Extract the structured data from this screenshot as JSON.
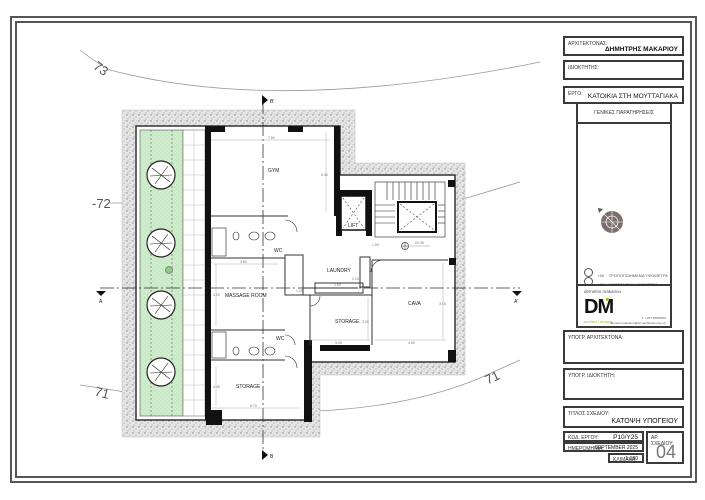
{
  "title_block": {
    "architect": {
      "label": "ΑΡΧΙΤΕΚΤΟΝΑΣ:",
      "value": "ΔΗΜΗΤΡΗΣ ΜΑΚΑΡΙΟΥ"
    },
    "owner": {
      "label": "ΙΔΙΟΚΤΗΤΗΣ:",
      "value": ""
    },
    "project": {
      "label": "ΕΡΓΟ:",
      "value": "ΚΑΤΟΙΚΙΑ ΣΤΗ ΜΟΥΤΤΑΓΙΑΚΑ"
    },
    "notes_header": "ΓΕΝΙΚΕΣ ΠΑΡΑΤΗΡΗΣΕΙΣ",
    "legend": [
      {
        "code": "+00",
        "text": "ΤΡΟΠΟΠΟΙΗΜΕΝΑ ΥΨΟΜΕΤΡΑ"
      },
      {
        "code": "+00",
        "text": "ΥΦΙΣΤΑΜΕΝΑ ΥΨΟΜΕΤΡΑ"
      }
    ],
    "logo": {
      "name": "demetris makariou",
      "mark": "DM",
      "tagline": "architect | designer",
      "contact_line1": "T: +357 99000000",
      "contact_line2": "demetris.makariou@dm-architects.com.cy"
    },
    "architect_signature": {
      "label": "ΥΠΟΓΡ. ΑΡΧΙΤΕΚΤΟΝΑ:"
    },
    "owner_signature": {
      "label": "ΥΠΟΓΡ. ΙΔΙΟΚΤΗΤΗ:"
    },
    "drawing_title": {
      "label": "ΤΙΤΛΟΣ ΣΧΕΔΙΟΥ:",
      "value": "ΚΑΤΟΨΗ ΥΠΟΓΕΙΟΥ"
    },
    "project_code": {
      "label": "ΚΩΔ. ΕΡΓΟΥ:",
      "value": "P10/Y25"
    },
    "date": {
      "label": "ΗΜΕΡΟΜΗΝΙΑ:",
      "value": "SEPTEMBER 2025"
    },
    "scale": {
      "label": "ΚΛΙΜΑΚΑ:",
      "value": "1:100"
    },
    "drawing_number": {
      "label": "ΑΡ. ΣΧΕΔΙΟΥ:",
      "value": "04"
    }
  },
  "plan": {
    "rooms": [
      "GYM",
      "LIFT",
      "LAUNDRY",
      "MASSAGE ROOM",
      "STORAGE",
      "CAVA",
      "STORAGE",
      "WC",
      "WC"
    ],
    "contours": [
      "73",
      "72",
      "71",
      "71"
    ],
    "section_markers": {
      "a_left": "A",
      "a_right": "A'",
      "b_top": "B'",
      "b_bottom": "B"
    },
    "level_mark": "-00.35",
    "dimensions": {
      "gym_width": "7.50",
      "gym_height": "5.40",
      "massage_width": "3.80",
      "massage_height": "4.20",
      "storage_left_width": "5.70",
      "storage_left_height": "3.45",
      "laundry_width": "1.50",
      "laundry_height": "2.10",
      "corridor": "1.20",
      "lift_gap": "1.50",
      "storage_right_width": "3.40",
      "storage_right_height": "3.00",
      "cava_width": "4.50",
      "cava_height": "3.15"
    }
  }
}
